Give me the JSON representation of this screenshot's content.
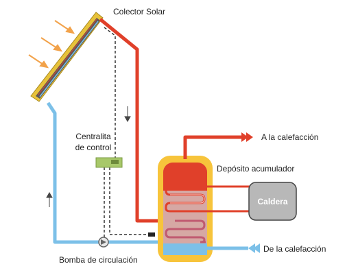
{
  "labels": {
    "collector": "Colector Solar",
    "controller_line1": "Centralita",
    "controller_line2": "de control",
    "tank": "Depósito acumulador",
    "boiler": "Caldera",
    "heating_out": "A la calefacción",
    "heating_in": "De la calefacción",
    "pump": "Bomba de circulación"
  },
  "colors": {
    "hot_pipe": "#e0402a",
    "cold_pipe": "#7cc0e8",
    "tank_body": "#f7c43b",
    "tank_core": "#d6a8a4",
    "sun_rays": "#f2a24a",
    "collector_frame": "#e8c23a",
    "controller": "#a8c86a",
    "boiler_fill": "#b8b8b8"
  },
  "icons": [
    "sun-ray-arrows",
    "flow-direction-arrow-down",
    "flow-direction-arrow-up",
    "pump-icon",
    "outlet-arrow",
    "inlet-arrow"
  ]
}
